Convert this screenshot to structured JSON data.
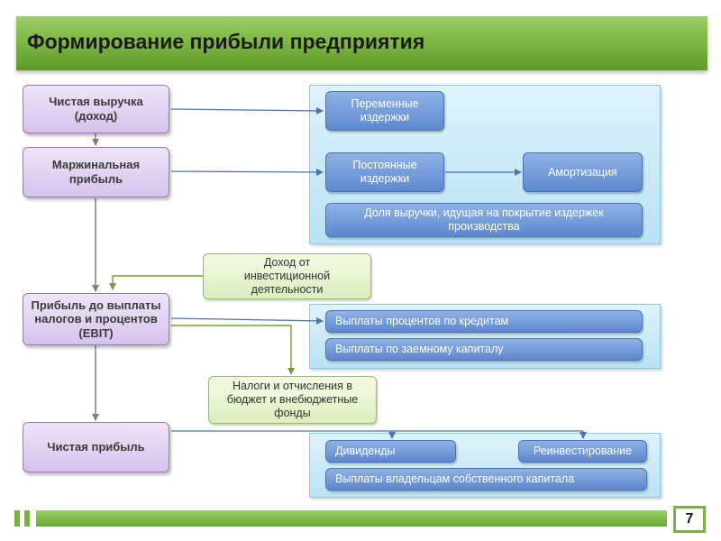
{
  "title": "Формирование прибыли предприятия",
  "page_number": "7",
  "left_column": {
    "net_revenue": "Чистая выручка (доход)",
    "marginal_profit": "Маржинальная прибыль",
    "ebit": "Прибыль до выплаты налогов и процентов  (EBIT)",
    "net_profit": "Чистая прибыль"
  },
  "costs_panel": {
    "variable_costs": "Переменные издержки",
    "fixed_costs": "Постоянные издержки",
    "depreciation": "Амортизация",
    "revenue_share": "Доля выручки, идущая на покрытие издержек производства"
  },
  "investment_income": "Доход от инвестиционной деятельности",
  "interest_panel": {
    "credit_interest": "Выплаты процентов по кредитам",
    "borrowed_capital": "Выплаты по заемному капиталу"
  },
  "taxes": "Налоги и отчисления в бюджет и внебюджетные фонды",
  "distribution_panel": {
    "dividends": "Дивиденды",
    "reinvestment": "Реинвестирование",
    "owner_payments": "Выплаты владельцам собственного капитала"
  },
  "colors": {
    "title_bar": "#78b33f",
    "purple_box": "#d6c2ec",
    "blue_box": "#5d88cf",
    "green_box": "#dcefbe",
    "panel": "#b9e2f3"
  }
}
